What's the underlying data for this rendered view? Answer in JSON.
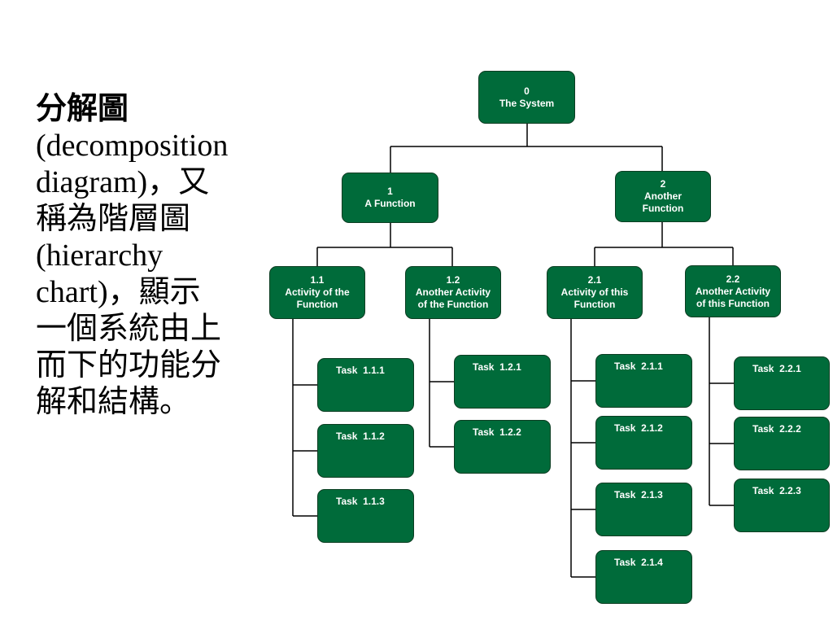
{
  "text": {
    "heading": "分解圖",
    "body": "(decomposition\ndiagram)，又\n稱為階層圖\n(hierarchy\nchart)，顯示\n一個系統由上\n而下的功能分\n解和結構。"
  },
  "colors": {
    "node_fill": "#006b3a",
    "node_border": "#0b3d22",
    "connector": "#000000",
    "text": "#ffffff"
  },
  "diagram": {
    "root": {
      "num": "0",
      "label": "The System"
    },
    "functions": [
      {
        "num": "1",
        "label": "A Function"
      },
      {
        "num": "2",
        "label": "Another\nFunction"
      }
    ],
    "activities": [
      {
        "num": "1.1",
        "label": "Activity of the\nFunction"
      },
      {
        "num": "1.2",
        "label": "Another Activity\nof the Function"
      },
      {
        "num": "2.1",
        "label": "Activity of this\nFunction"
      },
      {
        "num": "2.2",
        "label": "Another Activity\nof this Function"
      }
    ],
    "tasks": {
      "a11": [
        "Task  1.1.1",
        "Task  1.1.2",
        "Task  1.1.3"
      ],
      "a12": [
        "Task  1.2.1",
        "Task  1.2.2"
      ],
      "a21": [
        "Task  2.1.1",
        "Task  2.1.2",
        "Task  2.1.3",
        "Task  2.1.4"
      ],
      "a22": [
        "Task  2.2.1",
        "Task  2.2.2",
        "Task  2.2.3"
      ]
    }
  }
}
